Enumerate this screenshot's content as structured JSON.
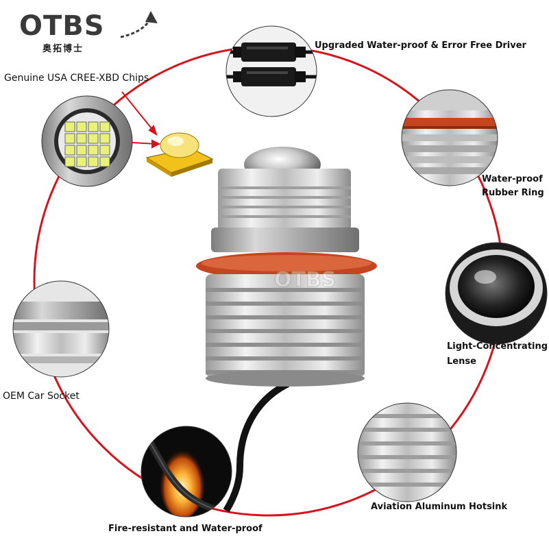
{
  "brand": {
    "name": "OTBS",
    "subname": "奥拓博士"
  },
  "labels": {
    "driver": "Upgraded Water-proof & Error Free Driver",
    "chips": "Genuine USA CREE-XBD Chips",
    "ring_line1": "Water-proof",
    "ring_line2": "Rubber Ring",
    "lens_line1": "Light-Concentrating",
    "lens_line2": "Lense",
    "socket": "OEM Car Socket",
    "hotsink": "Aviation Aluminum Hotsink",
    "fire": "Fire-resistant and Water-proof"
  },
  "watermark": "OTBS",
  "colors": {
    "ring": "#d8121b",
    "text": "#111111",
    "metal_light": "#e6e6e6",
    "metal_dark": "#8a8a8a",
    "rubber_ring": "#c4451f",
    "chip_yellow": "#f2c21a"
  }
}
